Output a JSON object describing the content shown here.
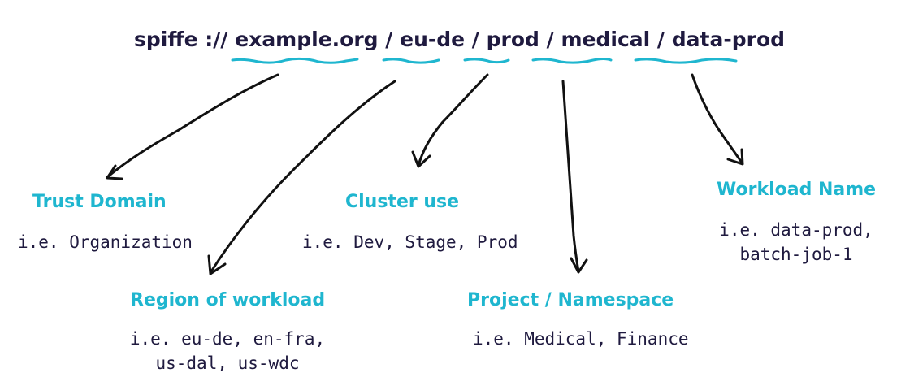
{
  "uri": {
    "scheme": "spiffe",
    "sep_scheme": " :// ",
    "sep": " / ",
    "trust_domain": "example.org",
    "region": "eu-de",
    "cluster": "prod",
    "project": "medical",
    "workload": "data-prod"
  },
  "labels": {
    "trust_domain": {
      "title": "Trust Domain",
      "desc": [
        "i.e. Organization"
      ]
    },
    "region": {
      "title": "Region of workload",
      "desc": [
        "i.e. eu-de, en-fra,",
        "us-dal, us-wdc"
      ]
    },
    "cluster": {
      "title": "Cluster use",
      "desc": [
        "i.e. Dev, Stage, Prod"
      ]
    },
    "project": {
      "title": "Project / Namespace",
      "desc": [
        "i.e. Medical, Finance"
      ]
    },
    "workload": {
      "title": "Workload Name",
      "desc": [
        "i.e. data-prod,",
        "batch-job-1"
      ]
    }
  },
  "colors": {
    "accent": "#1fb6cf",
    "text": "#1f1a3f",
    "arrow": "#111111"
  }
}
